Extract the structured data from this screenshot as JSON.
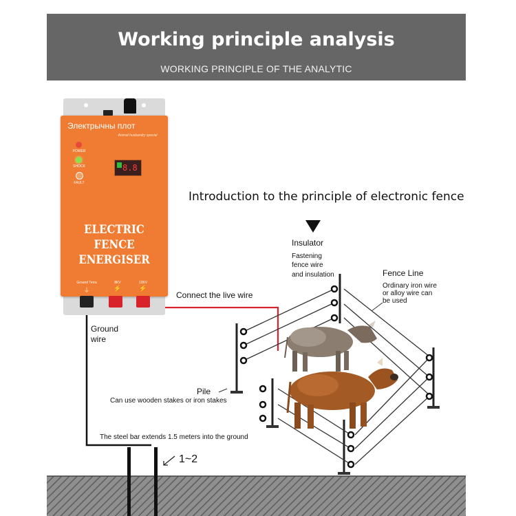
{
  "banner": {
    "title": "Working principle analysis",
    "subtitle": "WORKING PRINCIPLE OF THE ANALYTIC"
  },
  "device": {
    "name": "Электрычны плот",
    "sub_label": "Animal husbandry special",
    "power_label": "POWER",
    "shock_label": "SHOCK",
    "fault_label": "FAULT",
    "display_value": "8.8",
    "title_line1": "ELECTRIC FENCE",
    "title_line2": "ENERGISER",
    "terminal_ground_label": "Ground Terra",
    "terminal_mid_label": "8KV",
    "terminal_high_label": "12KV",
    "body_color": "#ef7c32",
    "terminal_color": "#d8232a"
  },
  "diagram": {
    "heading": "Introduction to the principle of electronic fence",
    "insulator": "Insulator",
    "insulator_note_1": "Fastening",
    "insulator_note_2": "fence wire",
    "insulator_note_3": "and insulation",
    "fence_line": "Fence Line",
    "fence_note_1": "Ordinary iron wire",
    "fence_note_2": "or alloy wire can",
    "fence_note_3": "be used",
    "live_wire": "Connect the live wire",
    "ground_wire_1": "Ground",
    "ground_wire_2": "wire",
    "pile": "Pile",
    "pile_note": "Can use wooden stakes or iron stakes",
    "steel_bar": "The steel bar extends 1.5 meters into the ground",
    "depth": "1~2",
    "live_wire_color": "#d8232a"
  }
}
